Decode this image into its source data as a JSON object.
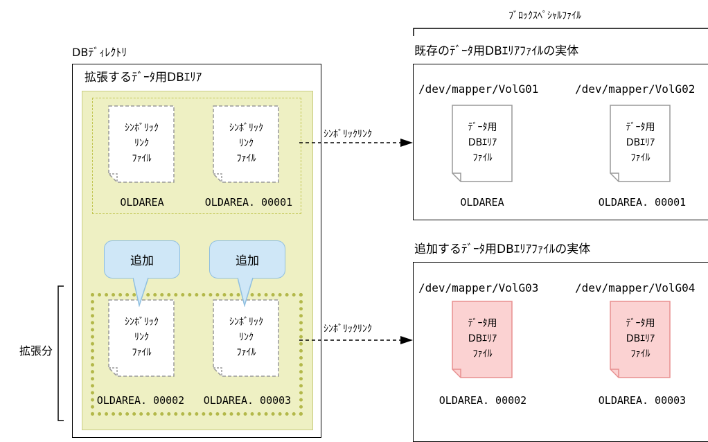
{
  "labels": {
    "db_directory": "DBﾃﾞｨﾚｸﾄﾘ",
    "expand_area": "拡張するﾃﾞｰﾀ用DBｴﾘｱ",
    "block_special_file": "ﾌﾞﾛｯｸｽﾍﾟｼｬﾙﾌｧｲﾙ",
    "existing_entity": "既存のﾃﾞｰﾀ用DBｴﾘｱﾌｧｲﾙの実体",
    "added_entity": "追加するﾃﾞｰﾀ用DBｴﾘｱﾌｧｲﾙの実体",
    "expansion": "拡張分",
    "symlink_arrow_1": "ｼﾝﾎﾞﾘｯｸﾘﾝｸ",
    "symlink_arrow_2": "ｼﾝﾎﾞﾘｯｸﾘﾝｸ"
  },
  "bubbles": {
    "add_1": "追加",
    "add_2": "追加"
  },
  "symlink_files": [
    {
      "lines": [
        "ｼﾝﾎﾞﾘｯｸ",
        "ﾘﾝｸ",
        "ﾌｧｲﾙ"
      ],
      "name": "OLDAREA"
    },
    {
      "lines": [
        "ｼﾝﾎﾞﾘｯｸ",
        "ﾘﾝｸ",
        "ﾌｧｲﾙ"
      ],
      "name": "OLDAREA. 00001"
    },
    {
      "lines": [
        "ｼﾝﾎﾞﾘｯｸ",
        "ﾘﾝｸ",
        "ﾌｧｲﾙ"
      ],
      "name": "OLDAREA. 00002"
    },
    {
      "lines": [
        "ｼﾝﾎﾞﾘｯｸ",
        "ﾘﾝｸ",
        "ﾌｧｲﾙ"
      ],
      "name": "OLDAREA. 00003"
    }
  ],
  "entity_files": [
    {
      "path": "/dev/mapper/VolG01",
      "lines": [
        "ﾃﾞｰﾀ用",
        "DBｴﾘｱ",
        "ﾌｧｲﾙ"
      ],
      "name": "OLDAREA"
    },
    {
      "path": "/dev/mapper/VolG02",
      "lines": [
        "ﾃﾞｰﾀ用",
        "DBｴﾘｱ",
        "ﾌｧｲﾙ"
      ],
      "name": "OLDAREA. 00001"
    },
    {
      "path": "/dev/mapper/VolG03",
      "lines": [
        "ﾃﾞｰﾀ用",
        "DBｴﾘｱ",
        "ﾌｧｲﾙ"
      ],
      "name": "OLDAREA. 00002"
    },
    {
      "path": "/dev/mapper/VolG04",
      "lines": [
        "ﾃﾞｰﾀ用",
        "DBｴﾘｱ",
        "ﾌｧｲﾙ"
      ],
      "name": "OLDAREA. 00003"
    }
  ],
  "colors": {
    "area_fill": "#eef0c3",
    "new_file_fill": "#fbd2d2",
    "new_file_stroke": "#e88f8f",
    "bubble_fill": "#cfe7f7"
  }
}
